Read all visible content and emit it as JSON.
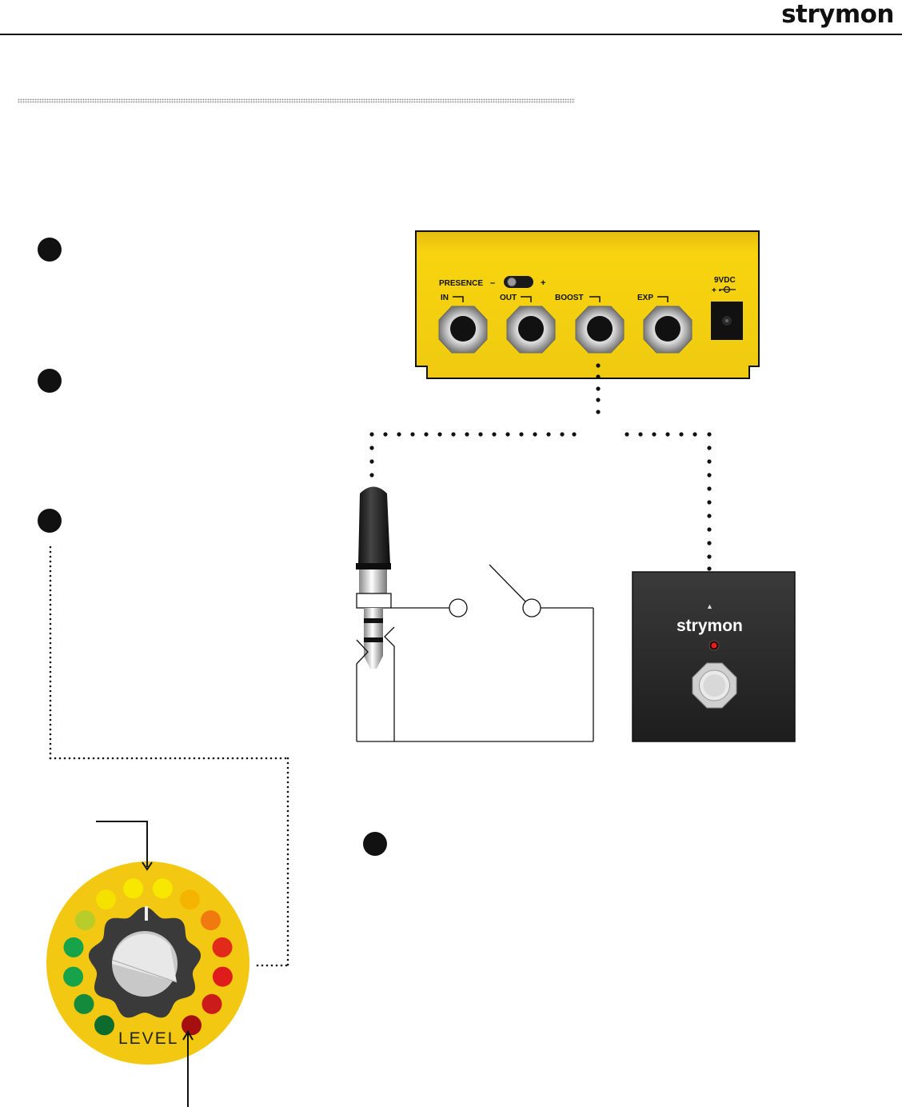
{
  "header": {
    "brand_logo": "strymon"
  },
  "steps": [
    {
      "marker": "step-1"
    },
    {
      "marker": "step-2"
    },
    {
      "marker": "step-3"
    },
    {
      "marker": "step-4"
    }
  ],
  "pedal_rear_panel": {
    "presence_label": "PRESENCE",
    "presence_minus": "–",
    "presence_plus": "+",
    "jacks": [
      "IN",
      "OUT",
      "BOOST",
      "EXP"
    ],
    "power_label": "9VDC",
    "power_polarity": "+ -",
    "body_color": "#f2c812"
  },
  "footswitch": {
    "brand": "strymon",
    "arrow": "▲",
    "led_color": "#e02020",
    "body_color": "#2a2a2a"
  },
  "level_knob": {
    "label": "LEVEL",
    "ring_color": "#f2c812",
    "leds_colors": [
      "#0e6b2e",
      "#138a3c",
      "#16a34a",
      "#16a34a",
      "#b8cc2a",
      "#f5e100",
      "#f8e700",
      "#f8e700",
      "#f4b400",
      "#f07a10",
      "#e22a1a",
      "#e01b1b",
      "#cc1b1b",
      "#a50f0f"
    ]
  },
  "icons": {
    "connector_dots": "dotted-connector",
    "trs_plug": "trs-plug-icon",
    "switch": "momentary-switch-icon"
  }
}
